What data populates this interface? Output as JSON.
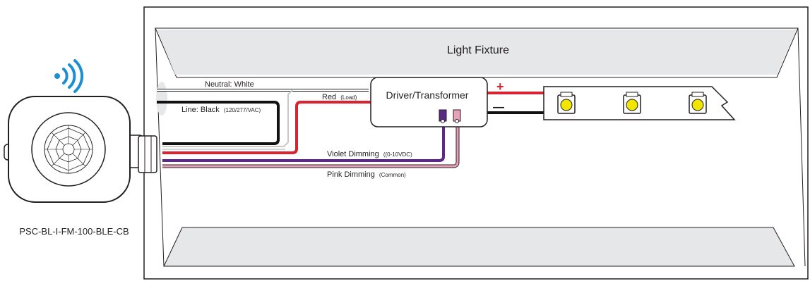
{
  "fixture": {
    "title": "Light Fixture"
  },
  "sensor": {
    "model": "PSC-BL-I-FM-100-BLE-CB",
    "signal_icon": "wireless-signal-icon",
    "signal_color": "#1a8fd4"
  },
  "driver": {
    "label": "Driver/Transformer",
    "plus": "+",
    "minus": "—"
  },
  "wires": {
    "neutral": {
      "name": "Neutral: White",
      "note": "",
      "color": "#c8c8c8"
    },
    "line": {
      "name": "Line: Black",
      "note": "(120/277/VAC)",
      "color": "#111111"
    },
    "red": {
      "name": "Red",
      "note": "(Load)",
      "color": "#d9232e"
    },
    "violet": {
      "name": "Violet Dimming",
      "note": "((0-10VDC)",
      "color": "#5b2a86"
    },
    "pink": {
      "name": "Pink Dimming",
      "note": "(Common)",
      "color": "#e9a0b8"
    }
  },
  "led_strip": {
    "led_color": "#f2e600",
    "led_count": 3
  }
}
